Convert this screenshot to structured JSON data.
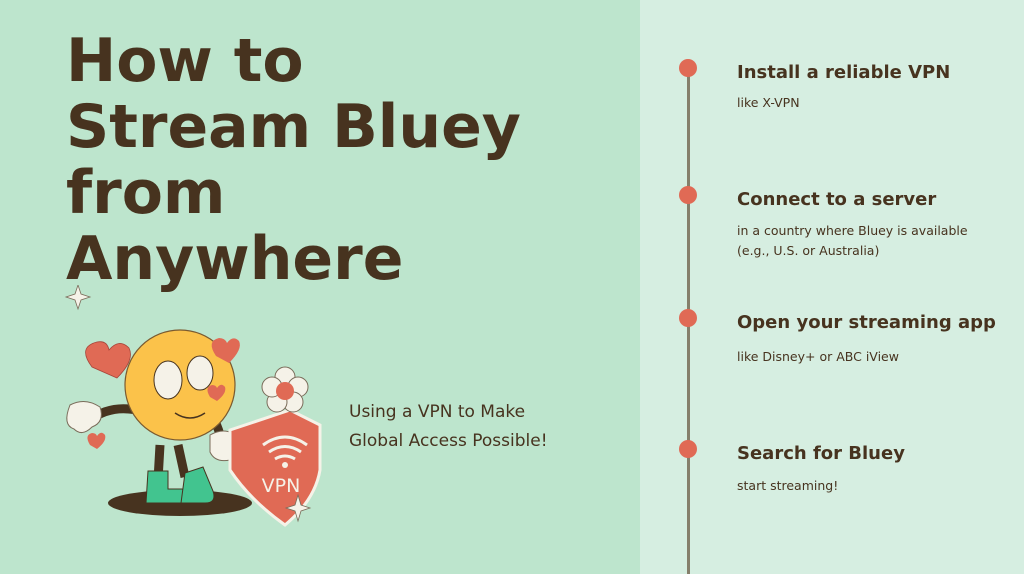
{
  "title_lines": [
    "How to",
    "Stream Bluey",
    "from",
    "Anywhere"
  ],
  "subtitle_lines": [
    "Using a VPN to Make",
    "Global Access Possible!"
  ],
  "illustration": {
    "shield_label": "VPN"
  },
  "steps": [
    {
      "title": "Install a reliable VPN",
      "desc": [
        "like X-VPN"
      ]
    },
    {
      "title": "Connect to a server",
      "desc": [
        "in a country where Bluey is available",
        "(e.g., U.S. or Australia)"
      ]
    },
    {
      "title": "Open your streaming app",
      "desc": [
        "like Disney+ or ABC iView"
      ]
    },
    {
      "title": "Search for Bluey",
      "desc": [
        "start streaming!"
      ]
    }
  ],
  "colors": {
    "left_bg": "#bde5cd",
    "right_bg": "#d6eee1",
    "text": "#47331f",
    "accent": "#e06a55"
  }
}
